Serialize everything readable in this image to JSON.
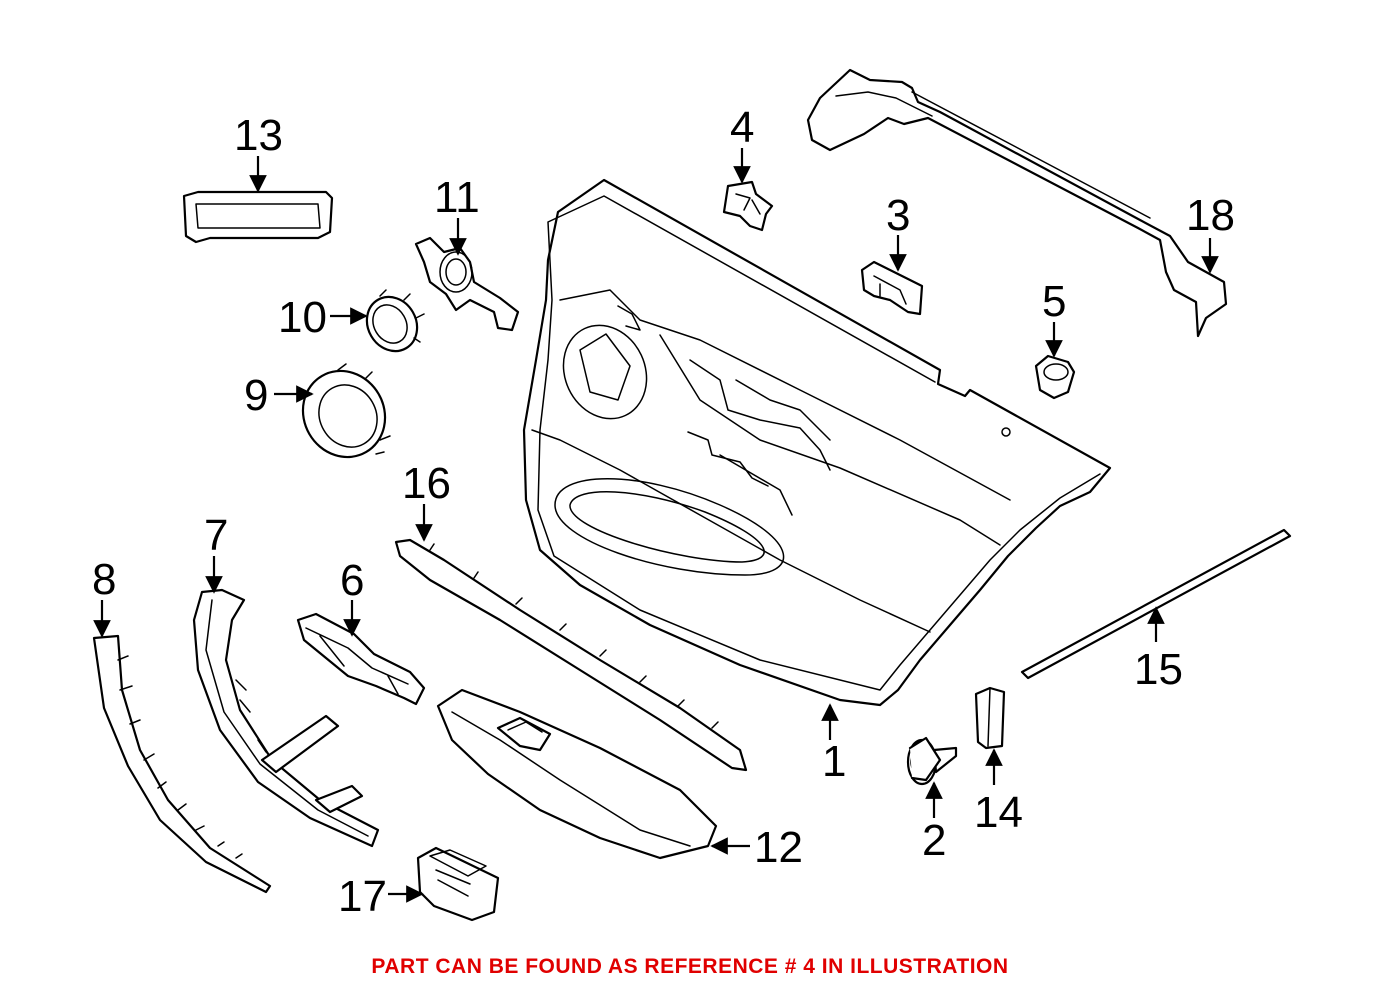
{
  "diagram": {
    "callouts": [
      {
        "id": "1",
        "label": "1"
      },
      {
        "id": "2",
        "label": "2"
      },
      {
        "id": "3",
        "label": "3"
      },
      {
        "id": "4",
        "label": "4"
      },
      {
        "id": "5",
        "label": "5"
      },
      {
        "id": "6",
        "label": "6"
      },
      {
        "id": "7",
        "label": "7"
      },
      {
        "id": "8",
        "label": "8"
      },
      {
        "id": "9",
        "label": "9"
      },
      {
        "id": "10",
        "label": "10"
      },
      {
        "id": "11",
        "label": "11"
      },
      {
        "id": "12",
        "label": "12"
      },
      {
        "id": "13",
        "label": "13"
      },
      {
        "id": "14",
        "label": "14"
      },
      {
        "id": "15",
        "label": "15"
      },
      {
        "id": "16",
        "label": "16"
      },
      {
        "id": "17",
        "label": "17"
      },
      {
        "id": "18",
        "label": "18"
      }
    ],
    "caption": "PART CAN BE FOUND AS REFERENCE # 4 IN ILLUSTRATION",
    "caption_color": "#e00000",
    "line_color": "#000000"
  }
}
